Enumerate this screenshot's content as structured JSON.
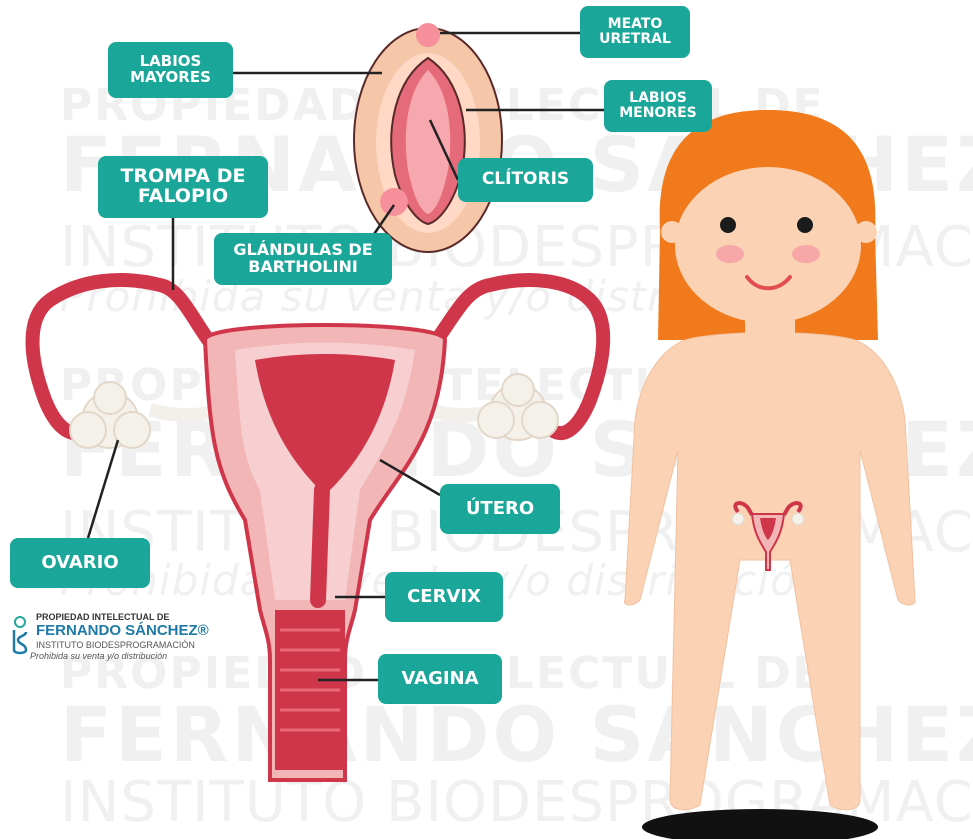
{
  "watermark": {
    "line1": "PROPIEDAD INTELECTUAL DE",
    "line2": "FERNANDO SÁNCHEZ",
    "line3": "INSTITUTO BIODESPROGRAMACIÓN",
    "line4": "Prohibida su venta y/o distribución"
  },
  "labels": {
    "meato_1": "MEATO",
    "meato_2": "URETRAL",
    "labios_mayores_1": "LABIOS",
    "labios_mayores_2": "MAYORES",
    "labios_menores_1": "LABIOS",
    "labios_menores_2": "MENORES",
    "trompa_1": "TROMPA DE",
    "trompa_2": "FALOPIO",
    "clitoris": "CLÍTORIS",
    "bartholini_1": "GLÁNDULAS DE",
    "bartholini_2": "BARTHOLINI",
    "ovario": "OVARIO",
    "utero": "ÚTERO",
    "cervix": "CERVIX",
    "vagina": "VAGINA"
  },
  "logo": {
    "line1": "PROPIEDAD INTELECTUAL DE",
    "line2": "FERNANDO SÁNCHEZ®",
    "line3": "INSTITUTO BIODESPROGRAMACIÓN",
    "line4": "Prohibida su venta y/o distribución"
  },
  "colors": {
    "label_bg": "#1aa79a",
    "tissue_dark": "#d0364a",
    "tissue_light": "#f2b6b7",
    "hair": "#f07a1c",
    "skin": "#fbd3b4"
  }
}
